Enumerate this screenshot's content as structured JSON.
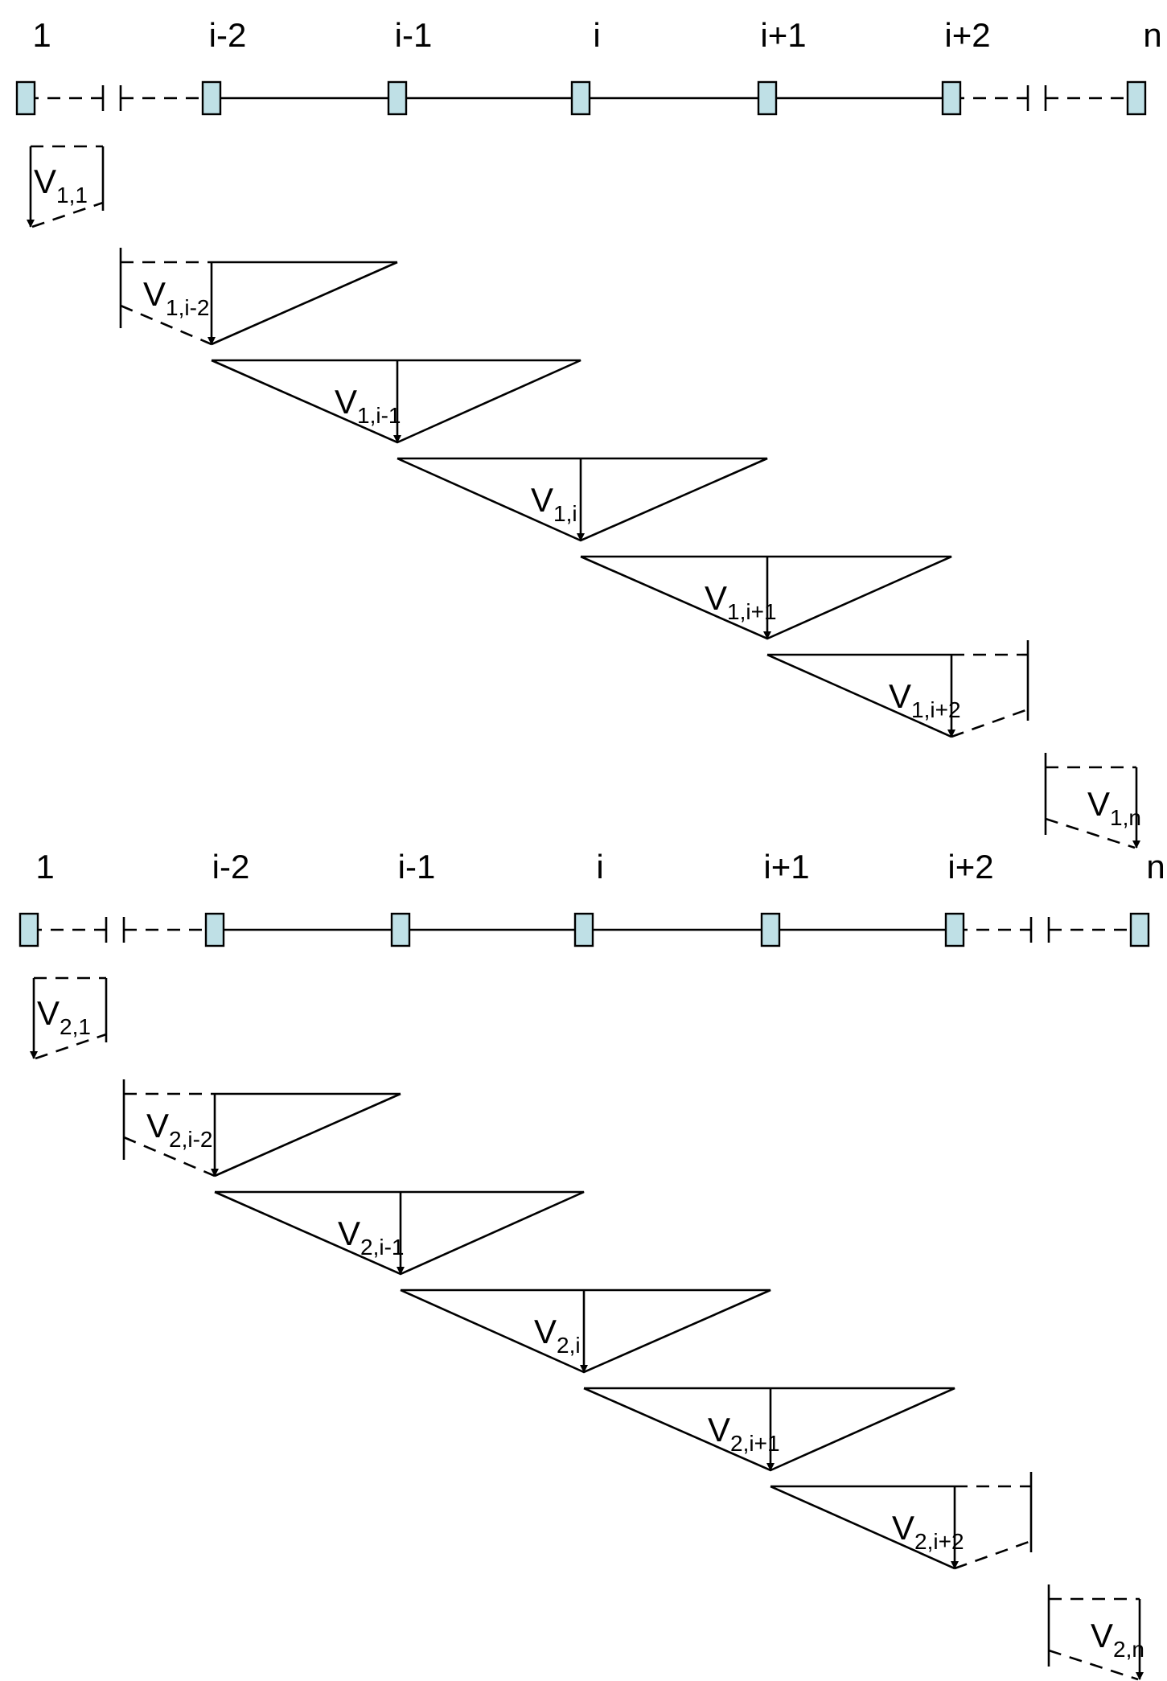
{
  "nodes": [
    "1",
    "i-2",
    "i-1",
    "i",
    "i+1",
    "i+2",
    "n"
  ],
  "panels": [
    {
      "influence_lines": [
        {
          "main": "V",
          "sub": "1,1"
        },
        {
          "main": "V",
          "sub": "1,i-2"
        },
        {
          "main": "V",
          "sub": "1,i-1"
        },
        {
          "main": "V",
          "sub": "1,i"
        },
        {
          "main": "V",
          "sub": "1,i+1"
        },
        {
          "main": "V",
          "sub": "1,i+2"
        },
        {
          "main": "V",
          "sub": "1,n"
        }
      ]
    },
    {
      "influence_lines": [
        {
          "main": "V",
          "sub": "2,1"
        },
        {
          "main": "V",
          "sub": "2,i-2"
        },
        {
          "main": "V",
          "sub": "2,i-1"
        },
        {
          "main": "V",
          "sub": "2,i"
        },
        {
          "main": "V",
          "sub": "2,i+1"
        },
        {
          "main": "V",
          "sub": "2,i+2"
        },
        {
          "main": "V",
          "sub": "2,n"
        }
      ]
    }
  ],
  "colors": {
    "node_fill": "#bfe0e6",
    "line": "#000000"
  }
}
